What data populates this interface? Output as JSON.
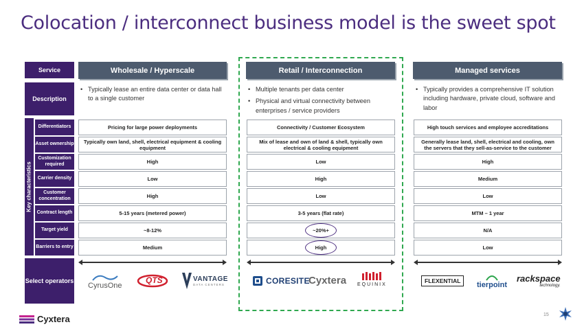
{
  "title": "Colocation / interconnect business model is the sweet spot",
  "labels": {
    "service": "Service",
    "description": "Description",
    "key_characteristics": "Key characteristics",
    "select_operators": "Select operators"
  },
  "characteristics": [
    "Differentiators",
    "Asset ownership",
    "Customization required",
    "Carrier density",
    "Customer concentration",
    "Contract length",
    "Target yield",
    "Barriers to entry"
  ],
  "columns": [
    {
      "header": "Wholesale / Hyperscale",
      "description": [
        "Typically lease an entire data center or data hall to a single customer"
      ],
      "cells": [
        "Pricing for large power deployments",
        "Typically own land, shell, electrical equipment & cooling equipment",
        "High",
        "Low",
        "High",
        "5-15 years (metered power)",
        "~8-12%",
        "Medium"
      ],
      "operators": [
        "CyrusOne",
        "QTS",
        "VANTAGE",
        "DATA CENTERS"
      ]
    },
    {
      "header": "Retail / Interconnection",
      "description": [
        "Multiple tenants per data center",
        "Physical and virtual connectivity between enterprises / service providers"
      ],
      "cells": [
        "Connectivity / Customer Ecosystem",
        "Mix of lease and own of land & shell, typically own electrical & cooling equipment",
        "Low",
        "High",
        "Low",
        "3-5 years (flat rate)",
        "~20%+",
        "High"
      ],
      "operators": [
        "CORESITE",
        "Cyxtera",
        "EQUINIX"
      ]
    },
    {
      "header": "Managed services",
      "description": [
        "Typically provides a comprehensive IT solution including hardware, private cloud, software and labor"
      ],
      "cells": [
        "High touch services and employee accreditations",
        "Generally lease land, shell, electrical and cooling, own the servers that they sell-as-service to the customer",
        "High",
        "Medium",
        "Low",
        "MTM – 1 year",
        "N/A",
        "Low"
      ],
      "operators": [
        "FLEXENTIAL",
        "tierpoint",
        "rackspace",
        "technology."
      ]
    }
  ],
  "footer": {
    "brand": "Cyxtera",
    "page_number": "15"
  },
  "colors": {
    "purple": "#3d1f6b",
    "header_gray": "#4d5b6e",
    "highlight_green": "#2fa84f",
    "qts_red": "#d0202e",
    "equinix_red": "#d0202e"
  }
}
